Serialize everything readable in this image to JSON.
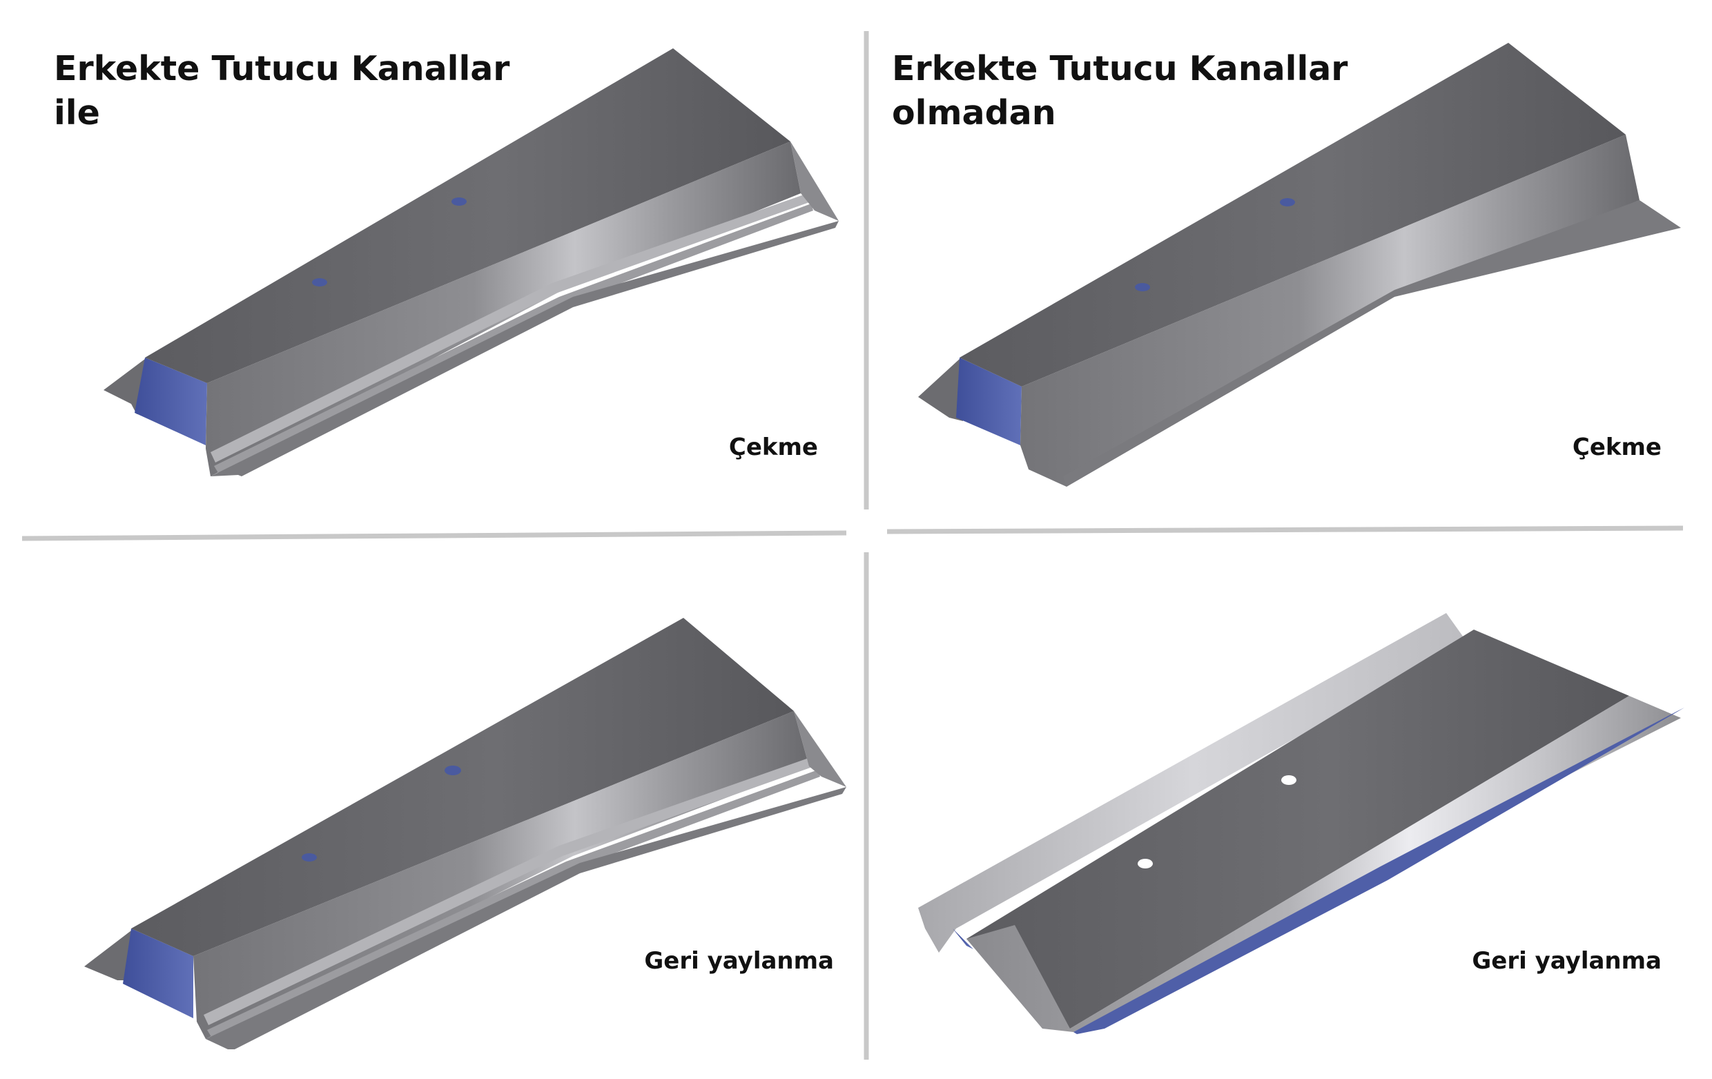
{
  "titles": {
    "left_line1": "Erkekte Tutucu Kanallar",
    "left_line2": "ile",
    "right_line1": "Erkekte Tutucu Kanallar",
    "right_line2": "olmadan"
  },
  "captions": {
    "top_left": "Çekme",
    "top_right": "Çekme",
    "bottom_left": "Geri yaylanma",
    "bottom_right": "Geri yaylanma"
  },
  "colors": {
    "background": "#ffffff",
    "divider": "#c8c8c8",
    "metal_dark": "#5e5e62",
    "metal_mid": "#8a8a8e",
    "metal_light": "#d8d8dc",
    "inner_blue": "#4f5fa8",
    "text": "#111111"
  }
}
